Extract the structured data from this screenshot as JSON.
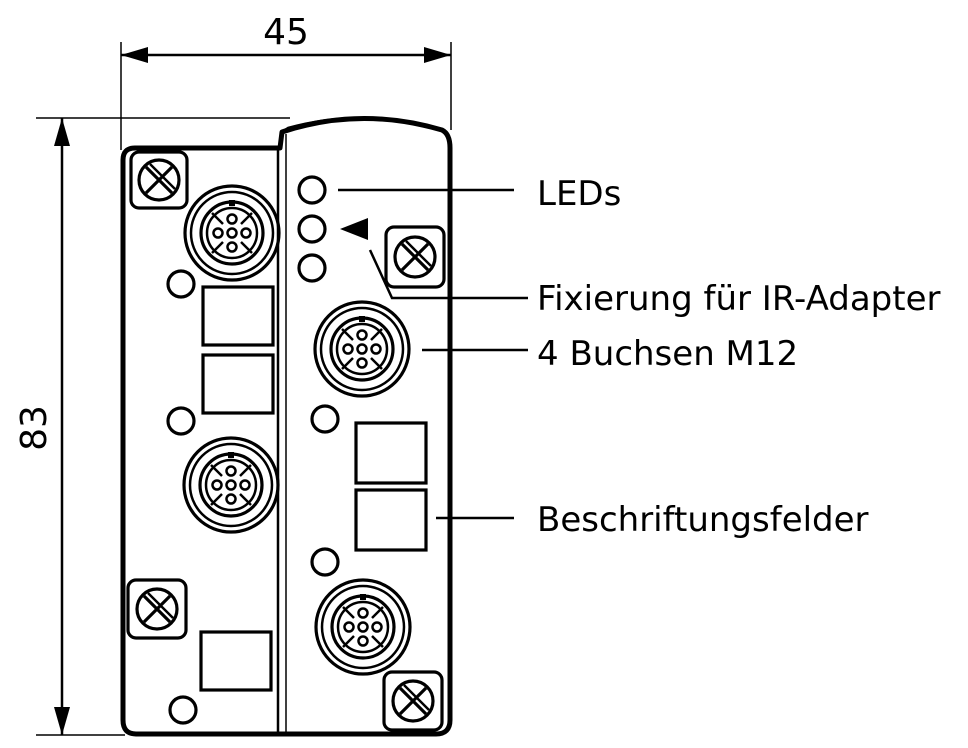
{
  "dimensions": {
    "width_label": "45",
    "height_label": "83"
  },
  "callouts": [
    {
      "id": "leds",
      "text": "LEDs"
    },
    {
      "id": "ir-adapter",
      "text": "Fixierung für IR-Adapter"
    },
    {
      "id": "m12-sockets",
      "text": "4 Buchsen M12"
    },
    {
      "id": "label-fields",
      "text": "Beschriftungsfelder"
    }
  ]
}
